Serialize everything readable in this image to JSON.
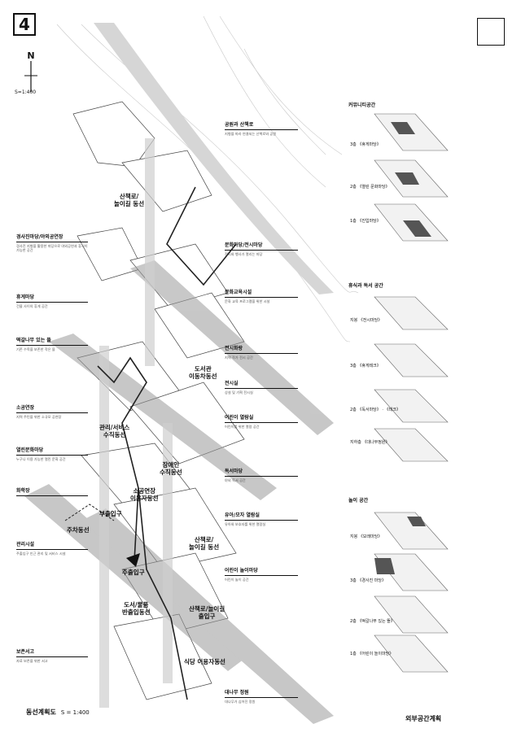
{
  "header": {
    "sheet_number": "4",
    "north_label": "N",
    "scale": "S=1:400"
  },
  "left_notes": [
    {
      "title": "경사진마당/야외공연장",
      "body": "경사진 지형을 활용한 마당으로 야외공연과 휴식이 가능한 공간"
    },
    {
      "title": "휴게마당",
      "body": "건물 사이의 휴게 공간"
    },
    {
      "title": "떡갈나무 있는 뜰",
      "body": "기존 수목을 보존한 작은 뜰"
    },
    {
      "title": "소공연장",
      "body": "지역 주민을 위한 소규모 공연장"
    },
    {
      "title": "열린문화마당",
      "body": "누구나 이용 가능한 열린 문화 공간"
    },
    {
      "title": "화학장",
      "body": ""
    },
    {
      "title": "관리시설",
      "body": "주출입구 인근 관리 및 서비스 시설"
    },
    {
      "title": "보존서고",
      "body": "자료 보존을 위한 서고"
    }
  ],
  "mid_notes": [
    {
      "title": "공원과 산책로",
      "body": "지형을 따라 연결되는 산책로와 공원"
    },
    {
      "title": "문화마당/전시마당",
      "body": "전시와 행사가 열리는 마당"
    },
    {
      "title": "문화교육시설",
      "body": "문화 교육 프로그램을 위한 시설"
    },
    {
      "title": "전시화랑",
      "body": "지역 작가 전시 공간"
    },
    {
      "title": "전시실",
      "body": "상설 및 기획 전시실"
    },
    {
      "title": "어린이 열람실",
      "body": "어린이를 위한 열람 공간"
    },
    {
      "title": "독서마당",
      "body": "야외 독서 공간"
    },
    {
      "title": "유아/모자 열람실",
      "body": "유아와 보호자를 위한 열람실"
    },
    {
      "title": "어린이 놀이마당",
      "body": "어린이 놀이 공간"
    },
    {
      "title": "대나무 정원",
      "body": "대나무가 심어진 정원"
    }
  ],
  "routes": [
    {
      "id": "walk-top",
      "label": "산책로/\n놀이길 동선"
    },
    {
      "id": "library",
      "label": "도서관\n이동차동선"
    },
    {
      "id": "service",
      "label": "관리/서비스\n수직동선"
    },
    {
      "id": "disabled",
      "label": "장애인\n수직동선"
    },
    {
      "id": "smallhall",
      "label": "소공연장\n이용자동선"
    },
    {
      "id": "sub-entry",
      "label": "부출입구"
    },
    {
      "id": "parking",
      "label": "주차동선"
    },
    {
      "id": "walk-mid",
      "label": "산책로/\n놀이길 동선"
    },
    {
      "id": "main-entry",
      "label": "주출입구"
    },
    {
      "id": "books",
      "label": "도서/물품\n반출입동선"
    },
    {
      "id": "walk-entry",
      "label": "산책로/놀이길\n출입구"
    },
    {
      "id": "cafeteria",
      "label": "식당 이용자동선"
    }
  ],
  "side": {
    "groups": [
      {
        "title": "커뮤니티공간",
        "items": [
          "3층 《휴게마당》",
          "2층 《열린 문화마당》",
          "1층 《진입마당》"
        ]
      },
      {
        "title": "휴식과 독서 공간",
        "items": [
          "지붕 《전시마당》",
          "3층 《휴게테크》",
          "2층 《독서마당》 · 《테크》",
          "지하층 《대나무정원》"
        ]
      },
      {
        "title": "놀이 공간",
        "items": [
          "지붕 《모래마당》",
          "3층 《경사진 마당》",
          "2층 《떡갈나무 있는 뜰》",
          "1층 《어린이 놀이마당》"
        ]
      }
    ]
  },
  "footer": {
    "left_title": "동선계획도",
    "left_scale": "S = 1:400",
    "right_title": "외부공간계획"
  }
}
